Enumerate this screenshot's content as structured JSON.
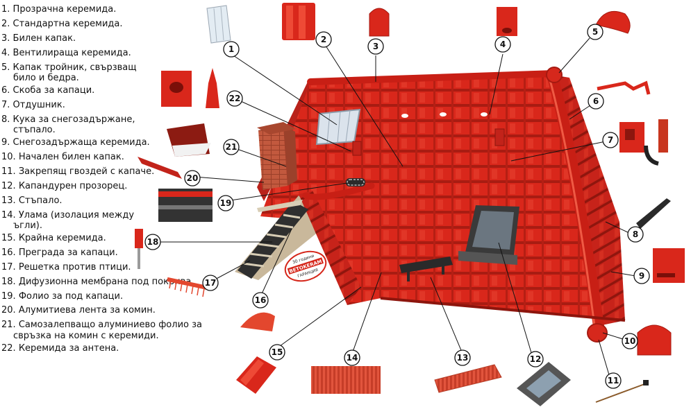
{
  "legend": [
    {
      "num": "1.",
      "lines": [
        "Прозрачна керемида."
      ]
    },
    {
      "num": "2.",
      "lines": [
        "Стандартна керемида."
      ]
    },
    {
      "num": "3.",
      "lines": [
        "Билен капак."
      ]
    },
    {
      "num": "4.",
      "lines": [
        "Вентилираща керемида."
      ]
    },
    {
      "num": "5.",
      "lines": [
        "Капак тройник, свързващ",
        "било и бедра."
      ]
    },
    {
      "num": "6.",
      "lines": [
        "Скоба за капаци."
      ]
    },
    {
      "num": "7.",
      "lines": [
        "Отдушник."
      ]
    },
    {
      "num": "8.",
      "lines": [
        "Кука за снегозадържане,",
        "стъпало."
      ]
    },
    {
      "num": "9.",
      "lines": [
        "Снегозадържаща керемида."
      ]
    },
    {
      "num": "10.",
      "lines": [
        "Начален билен капак."
      ]
    },
    {
      "num": "11.",
      "lines": [
        "Закрепящ гвоздей с капаче."
      ]
    },
    {
      "num": "12.",
      "lines": [
        "Капандурен прозорец."
      ]
    },
    {
      "num": "13.",
      "lines": [
        "Стъпало."
      ]
    },
    {
      "num": "14.",
      "lines": [
        "Улама (изолация между",
        "ъгли)."
      ]
    },
    {
      "num": "15.",
      "lines": [
        "Крайна керемида."
      ]
    },
    {
      "num": "16.",
      "lines": [
        "Преграда за капаци."
      ]
    },
    {
      "num": "17.",
      "lines": [
        "Решетка против птици."
      ]
    },
    {
      "num": "18.",
      "lines": [
        "Дифузионна мембрана под покрива."
      ]
    },
    {
      "num": "19.",
      "lines": [
        "Фолио за под капаци."
      ]
    },
    {
      "num": "20.",
      "lines": [
        "Алумитиева лента за комин."
      ]
    },
    {
      "num": "21.",
      "lines": [
        "Самозалепващо алуминиево фолио за",
        "свръзка на комин с керемиди."
      ]
    },
    {
      "num": "22.",
      "lines": [
        "Керемида за антена."
      ]
    }
  ],
  "callouts": [
    "1",
    "2",
    "3",
    "4",
    "5",
    "6",
    "7",
    "8",
    "9",
    "10",
    "11",
    "12",
    "13",
    "14",
    "15",
    "16",
    "17",
    "18",
    "19",
    "20",
    "21",
    "22"
  ],
  "badge": {
    "top": "30 години",
    "brand": "BETOKERAM",
    "bottom": "ГАРАНЦИЯ"
  },
  "colors": {
    "roof": "#d9271b",
    "roof_dark": "#a31a12",
    "roof_light": "#ee4a36",
    "brick": "#c0563a",
    "window_frame": "#3a3a3a"
  }
}
